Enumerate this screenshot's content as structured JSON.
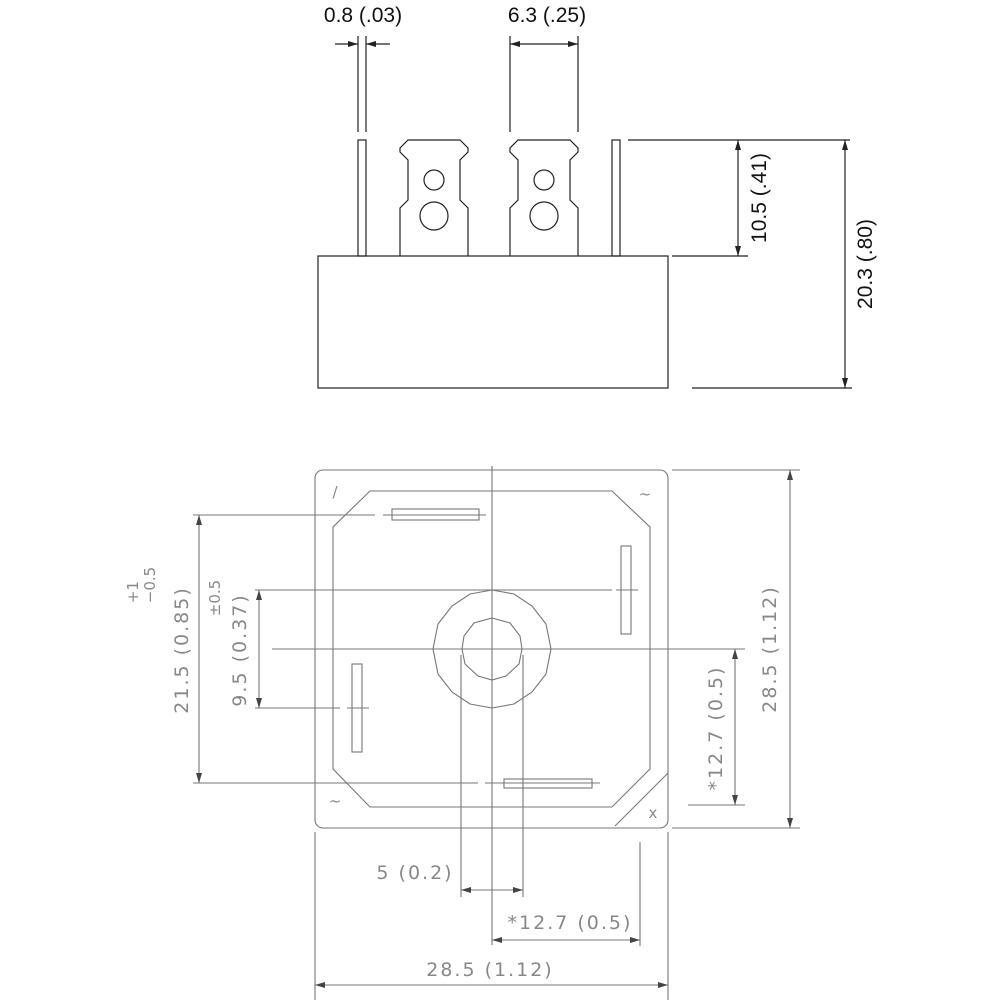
{
  "top_view": {
    "dim_pin_thickness": "0.8 (.03)",
    "dim_tab_width": "6.3 (.25)",
    "dim_pin_length": "10.5 (.41)",
    "dim_total_height": "20.3 (.80)"
  },
  "bottom_view": {
    "dim_pin_span_v": "21.5 (0.85)",
    "tol_pin_span_v_plus": "+1",
    "tol_pin_span_v_minus": "−0.5",
    "dim_pin_offset_v": "9.5 (0.37)",
    "tol_pin_offset_v": "±0.5",
    "dim_center_v": "*12.7 (0.5)",
    "dim_body_v": "28.5 (1.12)",
    "dim_hole": "5 (0.2)",
    "dim_center_h": "*12.7 (0.5)",
    "dim_body_h": "28.5 (1.12)",
    "marking_plus": "/",
    "marking_ac_top": "~",
    "marking_ac_bottom": "~",
    "marking_minus": "x"
  }
}
